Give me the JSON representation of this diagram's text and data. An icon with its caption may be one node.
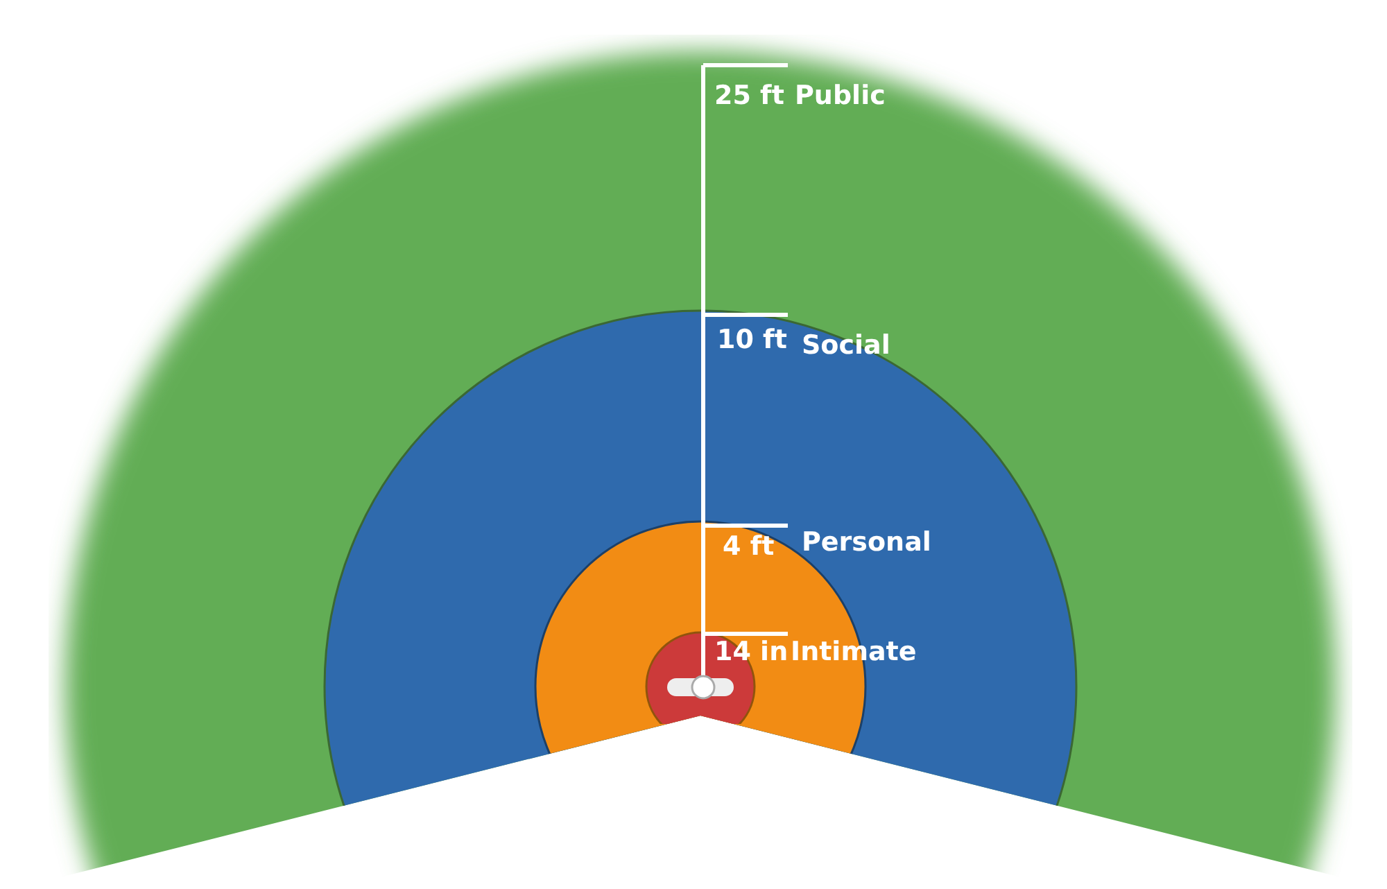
{
  "diagram": {
    "nodes": [
      {
        "text": [
          "Public"
        ]
      },
      {
        "text": [
          "Social"
        ],
        "in": 0
      },
      {
        "text": [
          "Personal"
        ],
        "in": 1
      },
      {
        "text": [
          "Intimate"
        ],
        "in": 2
      }
    ],
    "labels": [
      "25 ft",
      "10 ft",
      "4 ft",
      "14 in"
    ]
  }
}
